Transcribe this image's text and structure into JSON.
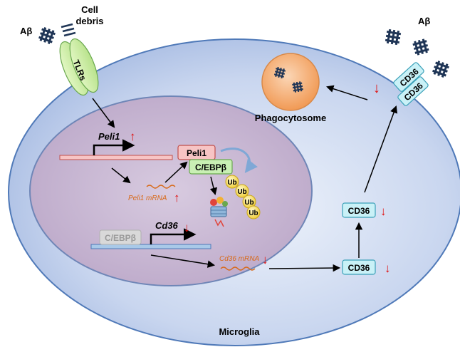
{
  "cell": {
    "name": "Microglia"
  },
  "ligands": {
    "abeta_left": "Aβ",
    "debris_line1": "Cell",
    "debris_line2": "debris",
    "abeta_right": "Aβ"
  },
  "receptor": {
    "tlr": "TLRs"
  },
  "phagocytosome": {
    "label": "Phagocytosome"
  },
  "genes": {
    "peli1": "Peli1",
    "peli1_mrna": "Peli1 mRNA",
    "cd36": "Cd36",
    "cd36_mrna": "Cd36 mRNA"
  },
  "proteins": {
    "peli1": "Peli1",
    "cebpb": "C/EBPβ",
    "cebpb_dim": "C/EBPβ",
    "ubiquitin": [
      "Ub",
      "Ub",
      "Ub",
      "Ub"
    ]
  },
  "cd36_states": {
    "cytoplasm_1": "CD36",
    "cytoplasm_2": "CD36",
    "membrane_1": "CD36",
    "membrane_2": "CD36"
  },
  "regulation": {
    "up": "↑",
    "down": "↓"
  },
  "colors": {
    "cell_fill": "#c9d6ef",
    "cell_stroke": "#4f79b8",
    "nucleus_fill": "#c7b6d0",
    "nucleus_stroke": "#6f86b7",
    "phago_fill": "#f5b07a",
    "cd36_fill": "#c9f1f7",
    "arrow_red": "#e01010",
    "ub_fill": "#f7e37a",
    "cebpb_fill": "#c9f0b4",
    "peli1_fill": "#f7c4c4"
  }
}
